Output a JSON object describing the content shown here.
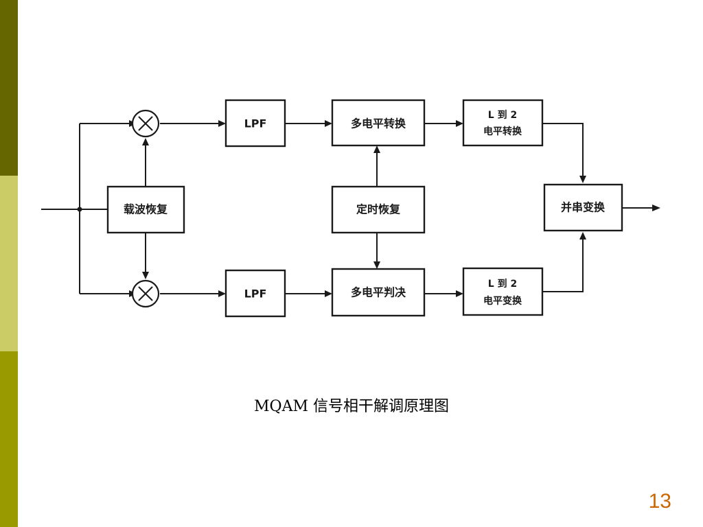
{
  "colors": {
    "sidebar_top": "#666600",
    "sidebar_middle": "#CCCC66",
    "sidebar_bottom": "#999900",
    "page_number": "#CC6600"
  },
  "diagram": {
    "carrier_recovery": "载波恢复",
    "lpf_top": "LPF",
    "lpf_bottom": "LPF",
    "multilevel_convert": "多电平转换",
    "timing_recovery": "定时恢复",
    "multilevel_decision": "多电平判决",
    "l_to_2_top_line1": "L 到 2",
    "l_to_2_top_line2": "电平转换",
    "l_to_2_bottom_line1": "L 到 2",
    "l_to_2_bottom_line2": "电平变换",
    "parallel_serial": "并串变换"
  },
  "caption": "MQAM 信号相干解调原理图",
  "page_number": "13"
}
